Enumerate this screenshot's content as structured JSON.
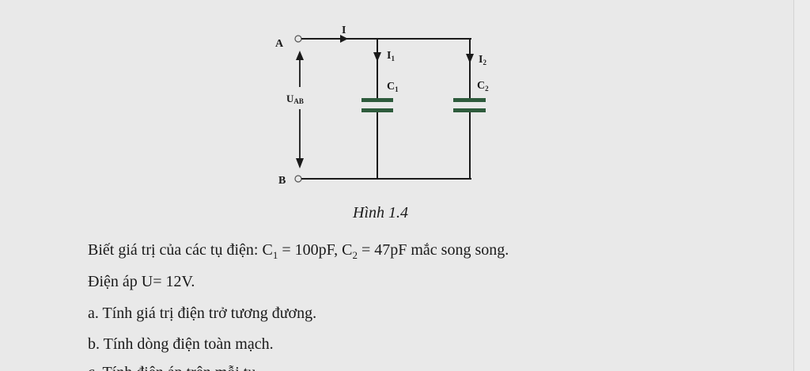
{
  "figure": {
    "node_a": "A",
    "node_b": "B",
    "current_total": "I",
    "current_1_base": "I",
    "current_1_sub": "1",
    "current_2_base": "I",
    "current_2_sub": "2",
    "cap_1_base": "C",
    "cap_1_sub": "1",
    "cap_2_base": "C",
    "cap_2_sub": "2",
    "voltage_base": "U",
    "voltage_sub": "AB",
    "caption": "Hình 1.4",
    "wire_color": "#1a1a1a",
    "capacitor_color": "#2e5b3c"
  },
  "text": {
    "line1_a": "Biết giá trị của các tụ điện: C",
    "line1_sub1": "1",
    "line1_b": " = 100pF, C",
    "line1_sub2": "2",
    "line1_c": " = 47pF mắc song song.",
    "line2": "Điện áp U= 12V.",
    "line3": "a. Tính giá trị điện trở tương đương.",
    "line4": "b. Tính dòng điện toàn mạch.",
    "line5": "c. Tính điện áp trên mỗi tụ."
  }
}
